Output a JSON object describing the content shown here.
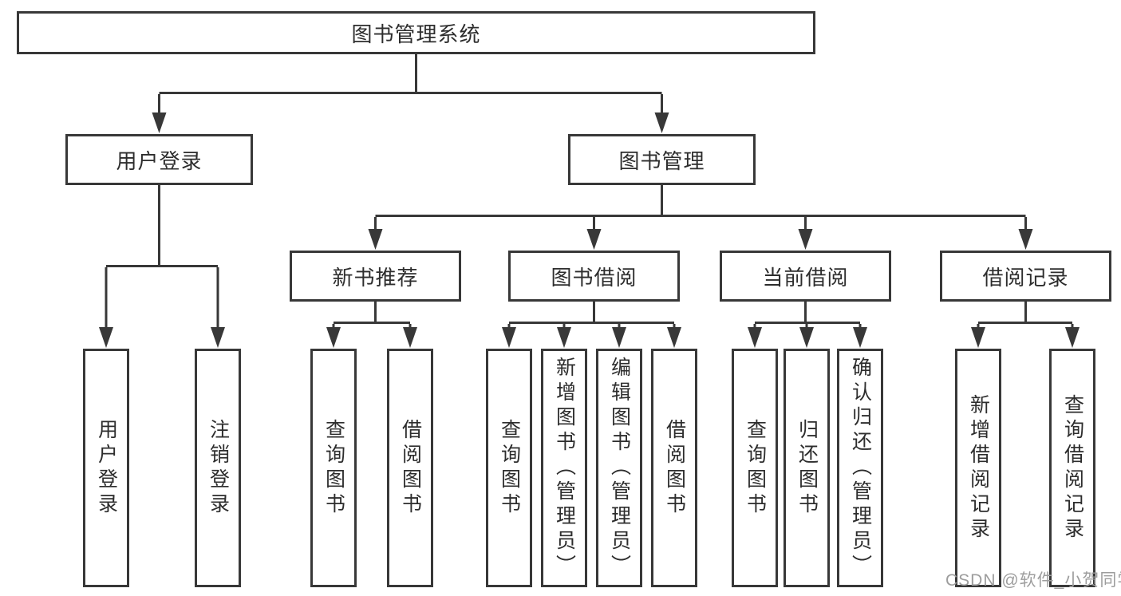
{
  "diagram": {
    "title": "图书管理系统",
    "branches": [
      {
        "label": "用户登录",
        "children": [
          {
            "label": "用户登录"
          },
          {
            "label": "注销登录"
          }
        ]
      },
      {
        "label": "图书管理",
        "children": [
          {
            "label": "新书推荐",
            "children": [
              {
                "label": "查询图书"
              },
              {
                "label": "借阅图书"
              }
            ]
          },
          {
            "label": "图书借阅",
            "children": [
              {
                "label": "查询图书"
              },
              {
                "label": "新增图书（管理员）"
              },
              {
                "label": "编辑图书（管理员）"
              },
              {
                "label": "借阅图书"
              }
            ]
          },
          {
            "label": "当前借阅",
            "children": [
              {
                "label": "查询图书"
              },
              {
                "label": "归还图书"
              },
              {
                "label": "确认归还（管理员）"
              }
            ]
          },
          {
            "label": "借阅记录",
            "children": [
              {
                "label": "新增借阅记录"
              },
              {
                "label": "查询借阅记录"
              }
            ]
          }
        ]
      }
    ]
  },
  "watermark": {
    "text": "CSDN @软件_小贺同学",
    "color": "#9d9d9d"
  },
  "colors": {
    "line": "#383838",
    "box_border": "#383838",
    "text": "#2d2d2d",
    "background": "#ffffff"
  }
}
